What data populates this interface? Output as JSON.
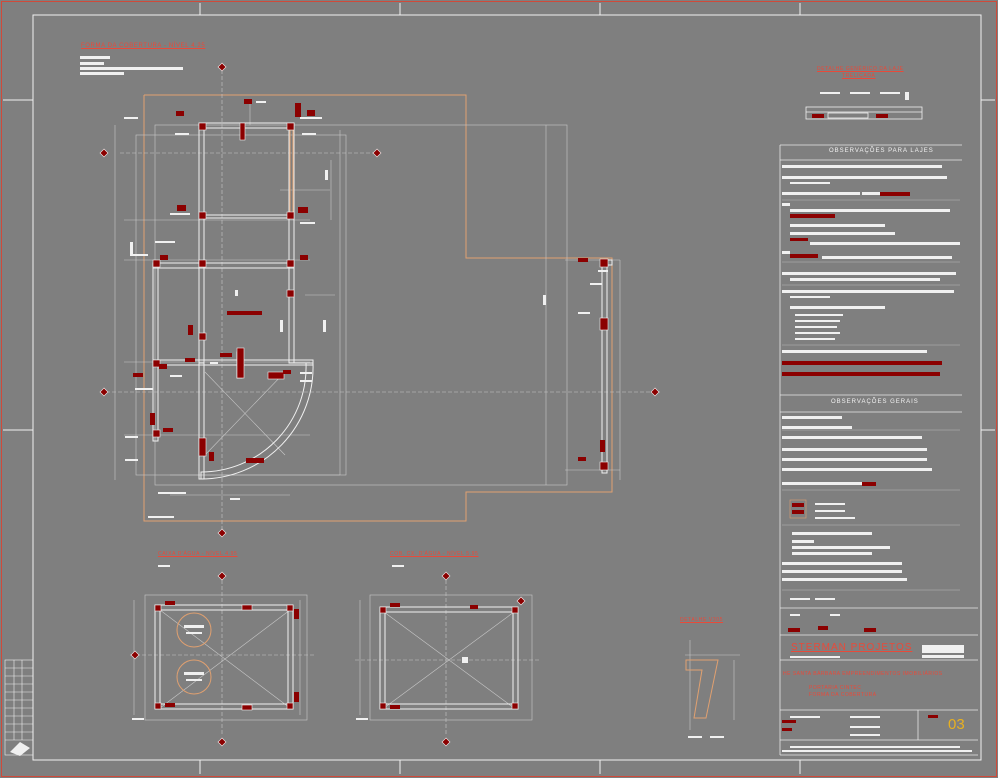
{
  "drawing": {
    "main_plan_title": "FORMA DA COBERTURA - NÍVEL 4.25",
    "cx1_title": "CAIXA D'ÁGUA - NÍVEL 4.95",
    "cx2_title": "COB. CX. D'ÁGUA - NÍVEL 5.95",
    "detail_slab_title": "DETALHE GENÉRICO DA LAJE",
    "detail_slab_subtitle": "TRELIÇADA",
    "detail_v_title": "DETALHE V205"
  },
  "notes": {
    "obs_lajes_heading": "OBSERVAÇÕES PARA LAJES",
    "obs_gerais_heading": "OBSERVAÇÕES GERAIS"
  },
  "title_block": {
    "company": "STERMAN PROJETOS",
    "client": "HE SANTA BÁRBARA EMPREENDIMENTOS IMOBILIÁRIOS",
    "project_line1": "PORTARIA CINTEC",
    "project_line2": "FORMA DA COBERTURA",
    "sheet_number": "03"
  },
  "colors": {
    "background": "#7f7f7f",
    "lines": "#e8e8e8",
    "annotation_red": "#8b0000",
    "title_red": "#e84a3a",
    "outline_orange": "#e0a070",
    "sheet_number": "#e8b020"
  }
}
